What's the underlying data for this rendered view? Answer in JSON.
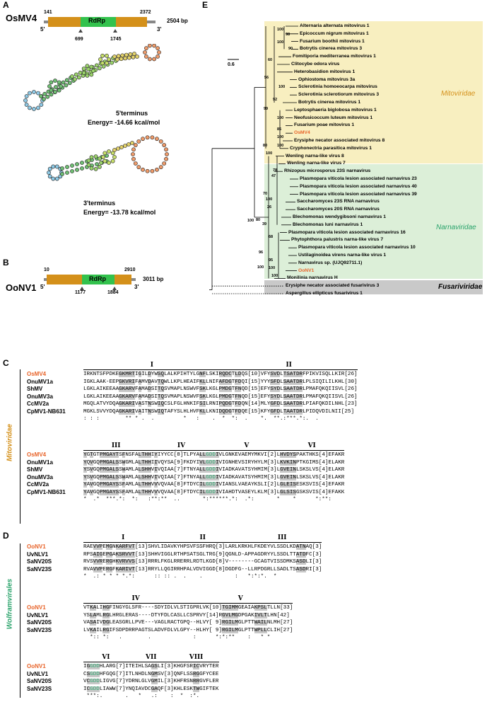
{
  "panels": {
    "A": "A",
    "B": "B",
    "C": "C",
    "D": "D",
    "E": "E"
  },
  "colors": {
    "orange": "#e8642a",
    "green": "#2aa36b",
    "gene": "#d4901a",
    "rdrp": "#33c24d",
    "mito_bg": "#f8efc0",
    "narna_bg": "#dcefd8",
    "fusa_bg": "#c9c9c9",
    "highlight": "#c8c8c8"
  },
  "osmv4": {
    "name": "OsMV4",
    "start": "141",
    "end": "2372",
    "length": "2504 bp",
    "domain": "RdRp",
    "rdrp_start": "699",
    "rdrp_end": "1745",
    "five": "5'",
    "three": "3'",
    "five_terminus": "5'terminus",
    "five_energy": "Energy= -14.66 kcal/mol",
    "three_terminus": "3'terminus",
    "three_energy": "Energy= -13.78 kcal/mol"
  },
  "oonv1": {
    "name": "OoNV1",
    "start": "10",
    "end": "2910",
    "length": "3011 bp",
    "domain": "RdRp",
    "rdrp_start": "1177",
    "rdrp_end": "1884",
    "five": "5'",
    "three": "3'"
  },
  "tree": {
    "scale": "0.6",
    "families": {
      "mito": "Mitoviridae",
      "narna": "Narnaviridae",
      "fusa": "Fusariviridae"
    },
    "taxa": [
      "Alternaria alternata mitovirus 1",
      "Epicoccum nigrum mitovirus 1",
      "Fusarium boothii mitovirus 1",
      "Botrytis cinerea mitovirus 3",
      "Fomitiporia mediterranea mitovirus 1",
      "Clitocybe odora virus",
      "Heterobasidion mitovirus 1",
      "Ophiostoma mitovirus 3a",
      "Sclerotinia homoeocarpa mitovirus",
      "Sclerotinia sclerotiorum mitovirus 3",
      "Botrytis cinerea mitovirus 1",
      "Leptosphaeria biglobosa mitovirus 1",
      "Neofusicoccum luteum mitovirus 1",
      "Fusarium poae mitovirus 1",
      "OsMV4",
      "Erysiphe necator associated mitovirus 8",
      "Cryphonectria parasitica mitovirus 1",
      "Wenling narna-like virus 8",
      "Wenling narna-like virus 7",
      "Rhizopus microsporus 23S narnavirus",
      "Plasmopara viticola lesion associated narnavirus 23",
      "Plasmopara viticola lesion associated narnavirus 40",
      "Plasmopara viticola lesion associated narnavirus 39",
      "Saccharomyces 23S RNA narnavirus",
      "Saccharomyces 20S RNA narnavirus",
      "Blechomonas wendygibsoni narnavirus 1",
      "Blechomonas luni narnavirus 1",
      "Plasmopara viticola lesion associated narnavirus 16",
      "Phytophthora palustris narna-like virus 7",
      "Plasmopara viticola lesion associated narnavirus 10",
      "Ustilaginoidea virens narna-like virus 1",
      "Narnavirus sp. (UJQ92711.1)",
      "OoNV1",
      "Monilinia narnavirus H",
      "Erysiphe necator associated fusarivirus 3",
      "Aspergillus ellipticus fusarivirus 1"
    ],
    "boot": [
      "100",
      "98",
      "100",
      "90",
      "60",
      "56",
      "100",
      "92",
      "99",
      "100",
      "85",
      "100",
      "100",
      "80",
      "100",
      "78",
      "47",
      "70",
      "100",
      "80",
      "26",
      "39",
      "68",
      "100",
      "96",
      "95",
      "100",
      "100",
      "100"
    ]
  },
  "mito_align": {
    "family": "Mitoviridae",
    "motifs1": [
      "I",
      "II"
    ],
    "motifs2": [
      "III",
      "IV",
      "V",
      "VI"
    ],
    "names": [
      "OsMV4",
      "OnuMV1a",
      "ShMV",
      "OnuMV3a",
      "CcMV2a",
      "CpMV1-NB631"
    ],
    "block1": [
      "IRKNTSFPDKEGKMRTIGILDYWSQLALKPIHTYLGNFLSKIRQDCTLDQS[10]VFYSVDLTSATDRFPIKVISQLLKIR[26]",
      "IGKLAAK-EEPGKVRIFAMVDAVTQWLLKPLHEAIFKLLNIFAFDGTFDQI[15]YYYSFDLSAATDRLPLSIQILILKHL[30]",
      "LGKLAIKEEAAGKARVFAMADSITQSVMAPLNSWVFSKLKGLPMDGTFNQD[15]EFYSYDLSAATDRLPMAFQKQIISVL[26]",
      "LGKLAIKEEAAGKARVFAMADSITQSVMAPLNSWVFSKLKGLPMDGTFNQD[15]EFYSYDLSAATDRLPMAFQKQIISVL[26]",
      "MGQLATVYDQAGKARIVASTNSWIQCSLFGLHNKIFSILRNIPQDGTFDQN[14]MLYGFDLSAATDRLPIAFQKDILNHL[23]",
      "MGKLSVVYDQAGKARIVAITNSWIQTAFYSLHLHVFKLLKNIDQDGTFDQE[15]KFYGFDLTAATDRLPIDQVDILNII[25]"
    ],
    "cons1": ": : :        ** * .  .         *   :    .  *  *:  .    *.  **.:***.*:.  .",
    "block2": [
      "YGTGTPMGAYTSFNSFALTHHIYIYYCC[8]TLPYALLGDDIVLGNKEVAEMYMKVI[2]LHVDYSPAKTHKS[4]EFAKR",
      "YQVGQPMGALSSWGMLALTHHIIVQYSA[9]FKDYIVLGDDIVIGNHEVSIRYHYLM[3]LKVKINPTKGIMS[4]ELAKR",
      "YSVGQPMGALSSWAMLALSHHVIVQIAA[7]FTNYALLGDDIVIADKAVATSYHMIM[3]LGVEINLSKSLVS[4]ELAKR",
      "YSVGQPMGALSSWAMLALSHHVIVQIAA[7]FTNYALLGDDIVIADKAVATSYHMIM[3]LGVEINLSKSLVS[4]ELAKR",
      "YAVGQPMGAYSSFAMLALTHHVVVQVAA[8]FTDYCILGDDIVIANSLVAEAYKSLI[2]LGLEISESKSVIS[4]EFAKR",
      "YAVGQPMGAYSSFAMLALTHHVVVQVAA[8]FTDYCILGDDIVIAHDTVASEYLKLM[3]LGLSISGSKSVIS[4]EFAKK"
    ],
    "cons2": "*  .*  ***.*:  *:   :**:**  ..       *:******.*:  .*:       *    *      *:**:"
  },
  "narna_align": {
    "order": "Wolframvirales",
    "motifs1": [
      "I",
      "II",
      "III"
    ],
    "motifs2": [
      "IV",
      "V"
    ],
    "motifs3": [
      "VI",
      "VII",
      "VIII"
    ],
    "names": [
      "OoNV1",
      "UvNLV1",
      "SaNV20S",
      "SaNV23S"
    ],
    "block1": [
      "RAEVVPEMGNKARFVT[13]SHVLIDAVKYHPSVFSSFHRQ[3]LARLKRKHLFKDEYVLSSDLKDATNAQ[3]",
      "RPSAIGEPGAKSRVVT[13]SHHVIGGLRTHPSATSGLTRG[9]QGNLD-APPAGDRYYLSSDLTTATDFC[3]",
      "RVSVVRERGHKVRVVS[13]RRRLFKGLRRERRLRDTLKGD[8]V--------GCAGTVISSDMKSASDLI[3]",
      "RVAVVPERGFKARIVT[13]RRYLLQGIRRHPALVDVIGGD[8]DGDFG--LLRPDGRLLSADLTSASDRI[3]"
    ],
    "cons1": "*  .: * * * *.*:      :: :: .  .    .          :   *:*:*.  *",
    "block2": [
      "VTKALIHGFINGYGLSFR----SDYIDLVLSTIGPRLVK[10]TGIMMGEAIAKPSLTLLN[33]",
      "YSLAMLRGLHRGLERAS----DTYFDLCASLLCSPRVY[14]RGVLMGDPGAKIVLTLHN[42]",
      "VASAIVDGLEASGRLLPVE---VAGLRACTGPQ--HLVY[ 9]RGILMGLPTTWAILNLMH[27]",
      "LVKAILRGIFSDPDRRPAGTSLADVFDLVLGPY--HLHY[ 9]RGILMGLPTTWPLLCLIH[27]"
    ],
    "cons2": "  *:: *:   .        .             :      *:*:**    :   * *",
    "block3": [
      "IGGDDHLARG[7]ITEIHLSAGSLI[3]KHGFSRICVRYTER",
      "CSGDDHFGQG[7]ITLNHDLNGMSV[3]QNFLSSRGGFYCEE",
      "VCGDDLIGVG[7]YDRNLGLVGMIL[3]KHFRSNRRGVFLER",
      "ICGDDLIAWW[7]YNQIAVDCGAQF[3]KHLESKTWGIFTEK"
    ],
    "cons3": " ***:.       .   *   .:    :  *  :*."
  }
}
